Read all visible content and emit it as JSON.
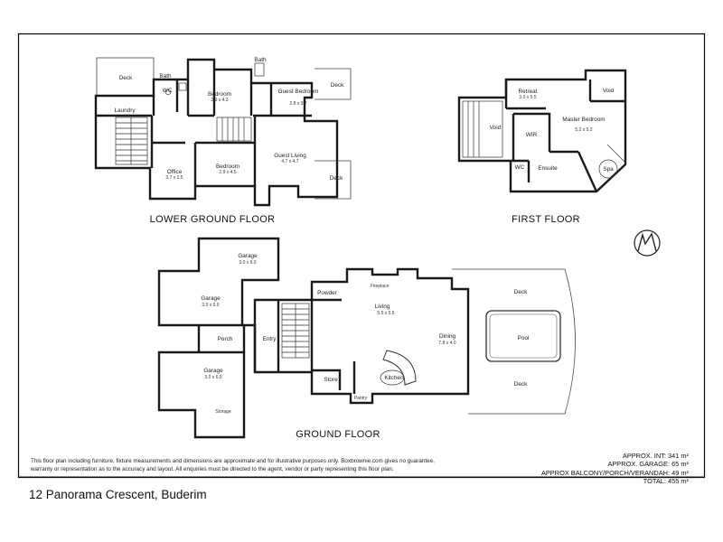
{
  "floors": {
    "lower_ground": {
      "title": "LOWER GROUND FLOOR",
      "rooms": {
        "deck_top": "Deck",
        "bath_1": "Bath",
        "wc": "WC",
        "laundry": "Laundry",
        "bedroom_1": {
          "label": "Bedroom",
          "dims": "2.9 x 4.3"
        },
        "bath_2": "Bath",
        "guest_bedroom": {
          "label": "Guest Bedroom",
          "dims": "2.8 x 3.7"
        },
        "deck_right_top": "Deck",
        "office": {
          "label": "Office",
          "dims": "3.7 x 2.5"
        },
        "bedroom_2": {
          "label": "Bedroom",
          "dims": "2.9 x 4.5"
        },
        "guest_living": {
          "label": "Guest Living",
          "dims": "4.7 x 4.7"
        },
        "deck_right_bottom": "Deck"
      }
    },
    "first": {
      "title": "FIRST FLOOR",
      "rooms": {
        "retreat": {
          "label": "Retreat",
          "dims": "3.0 x 5.5"
        },
        "void_right": "Void",
        "void_left": "Void",
        "wir": "WIR",
        "master_bedroom": {
          "label": "Master Bedroom",
          "dims": "5.2 x 5.2"
        },
        "wc": "WC",
        "ensuite": "Ensuite",
        "spa": "Spa"
      }
    },
    "ground": {
      "title": "GROUND FLOOR",
      "rooms": {
        "garage_1": {
          "label": "Garage",
          "dims": "3.0 x 6.0"
        },
        "garage_2": {
          "label": "Garage",
          "dims": "3.0 x 6.0"
        },
        "porch": "Porch",
        "garage_3": {
          "label": "Garage",
          "dims": "3.0 x 6.0"
        },
        "storage": "Storage",
        "entry": "Entry",
        "powder": "Powder",
        "fireplace": "Fireplace",
        "living": {
          "label": "Living",
          "dims": "5.5 x 5.5"
        },
        "dining": {
          "label": "Dining",
          "dims": "7.8 x 4.0"
        },
        "kitchen": "Kitchen",
        "store": "Store",
        "pantry": "Pantry",
        "deck_top": "Deck",
        "pool": "Pool",
        "deck_bottom": "Deck"
      }
    }
  },
  "disclaimer": "This floor plan including furniture, fixture measurements and dimensions are approximate and for illustrative purposes only. Boxbrownie.com gives no guarantee, warranty or representation as to the accuracy and layout. All enquiries must be directed to the agent, vendor or party representing this floor plan.",
  "areas": {
    "int": "APPROX. INT: 341 m²",
    "garage": "APPROX. GARAGE: 65 m²",
    "balcony": "APPROX BALCONY/PORCH/VERANDAH: 49 m²",
    "total": "TOTAL: 455 m²"
  },
  "address": "12 Panorama Crescent, Buderim",
  "compass_icon": "north-arrow-icon"
}
